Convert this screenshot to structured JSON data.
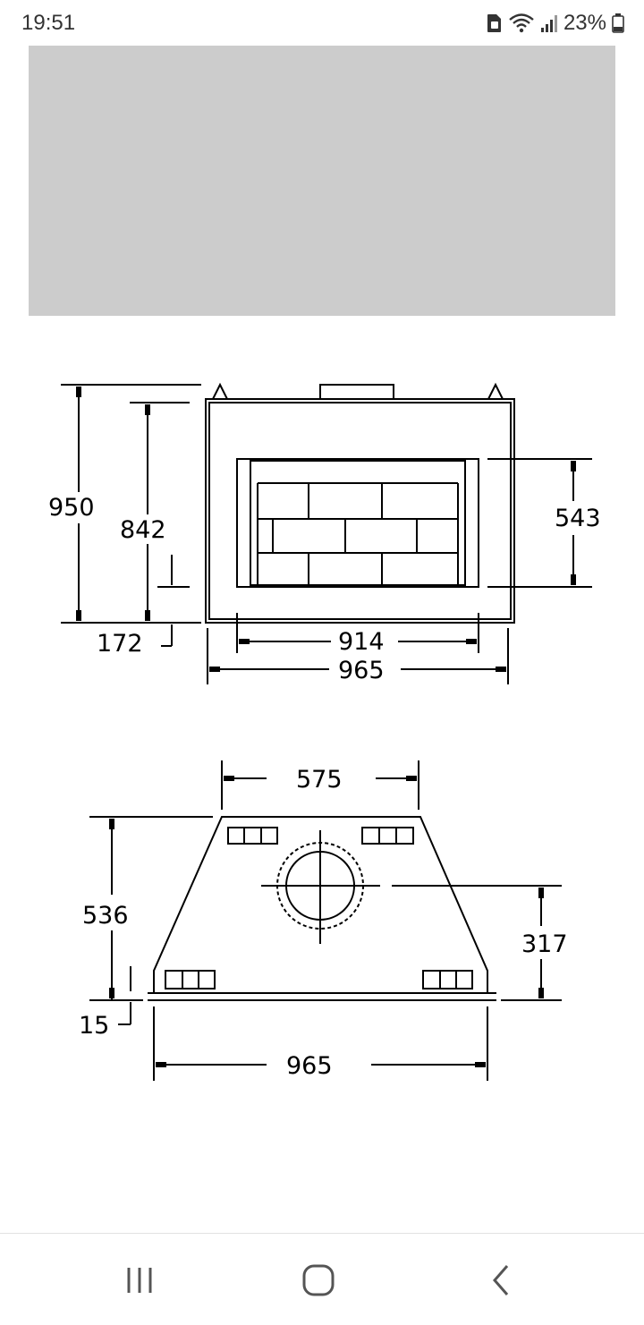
{
  "status_bar": {
    "time": "19:51",
    "battery_percent": "23%",
    "icons": [
      "sim-card-icon",
      "wifi-icon",
      "signal-icon",
      "battery-icon"
    ]
  },
  "image_placeholder_color": "#cccccc",
  "drawing": {
    "front_view": {
      "height_total": "950",
      "height_inner": "842",
      "bottom_offset": "172",
      "opening_height": "543",
      "opening_width": "914",
      "total_width": "965"
    },
    "top_view": {
      "back_width": "575",
      "depth": "536",
      "flue_offset": "317",
      "bottom_step": "15",
      "front_width": "965"
    }
  },
  "nav_bar": {
    "recents": "recents-icon",
    "home": "home-icon",
    "back": "back-icon"
  }
}
